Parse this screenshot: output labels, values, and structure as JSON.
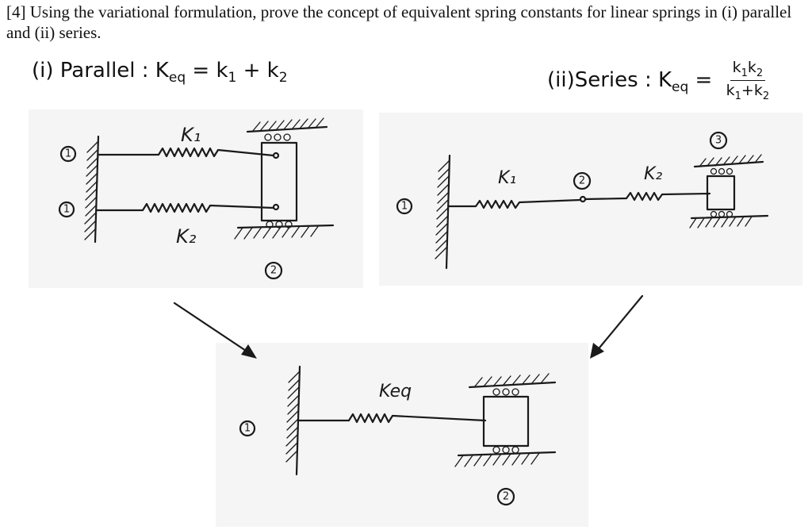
{
  "problem": {
    "text": "[4] Using the variational formulation, prove the concept of equivalent spring constants for linear springs in (i) parallel and (ii) series."
  },
  "formula_parallel": {
    "label": "(i) Parallel : K",
    "lhs_sub": "eq",
    "eq": " = ",
    "term1": "k",
    "term1_sub": "1",
    "plus": " + ",
    "term2": "k",
    "term2_sub": "2"
  },
  "formula_series": {
    "label": "(ii)Series : K",
    "lhs_sub": "eq",
    "eq": " = ",
    "num_a": "k",
    "num_a_sub": "1",
    "num_b": "k",
    "num_b_sub": "2",
    "den_a": "k",
    "den_a_sub": "1",
    "den_plus": "+",
    "den_b": "k",
    "den_b_sub": "2"
  },
  "diagram_parallel": {
    "spring1_label": "K₁",
    "spring2_label": "K₂",
    "node_wall_top": "1",
    "node_wall_bottom": "1",
    "node_block": "2"
  },
  "diagram_series": {
    "spring1_label": "K₁",
    "spring2_label": "K₂",
    "node_wall": "1",
    "node_middle": "2",
    "node_block": "3"
  },
  "diagram_equivalent": {
    "spring_label": "Keq",
    "node_wall": "1",
    "node_block": "2"
  }
}
